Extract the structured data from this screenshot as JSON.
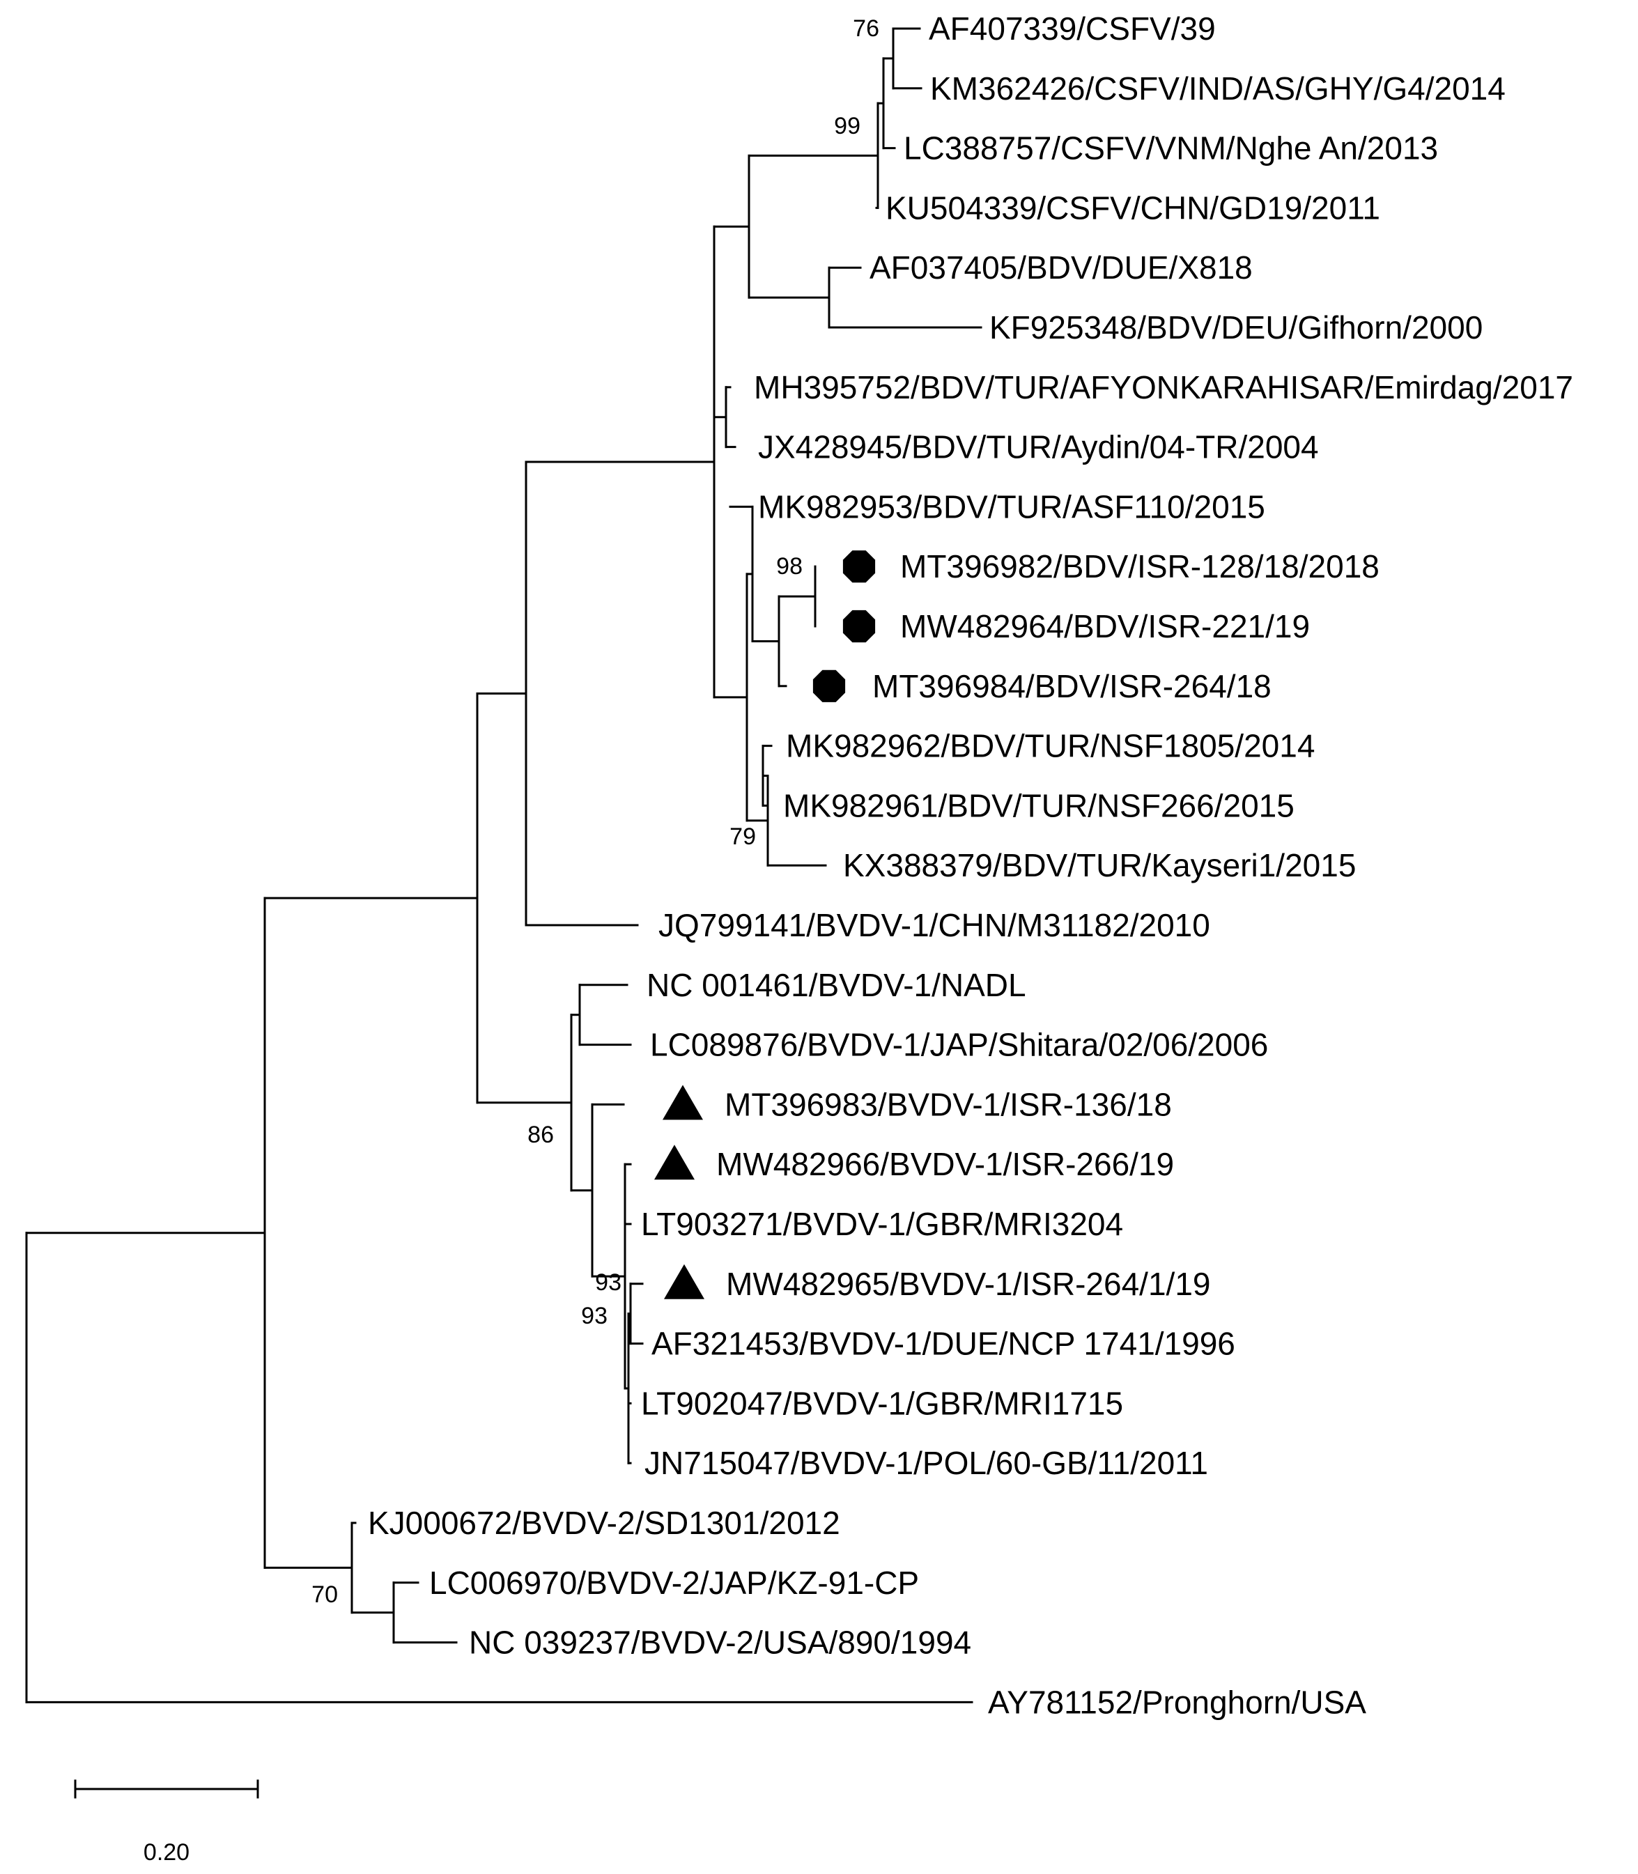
{
  "diagram": {
    "type": "phylogenetic-tree",
    "leaves": [
      {
        "id": "af407339",
        "label": "AF407339/CSFV/39",
        "marker": ""
      },
      {
        "id": "km362426",
        "label": "KM362426/CSFV/IND/AS/GHY/G4/2014",
        "marker": ""
      },
      {
        "id": "lc388757",
        "label": "LC388757/CSFV/VNM/Nghe An/2013",
        "marker": ""
      },
      {
        "id": "ku504339",
        "label": "KU504339/CSFV/CHN/GD19/2011",
        "marker": ""
      },
      {
        "id": "af037405",
        "label": "AF037405/BDV/DUE/X818",
        "marker": ""
      },
      {
        "id": "kf925348",
        "label": "KF925348/BDV/DEU/Gifhorn/2000",
        "marker": ""
      },
      {
        "id": "mh395752",
        "label": "MH395752/BDV/TUR/AFYONKARAHISAR/Emirdag/2017",
        "marker": ""
      },
      {
        "id": "jx428945",
        "label": "JX428945/BDV/TUR/Aydin/04-TR/2004",
        "marker": ""
      },
      {
        "id": "mk982953",
        "label": "MK982953/BDV/TUR/ASF110/2015",
        "marker": ""
      },
      {
        "id": "mt396982",
        "label": "MT396982/BDV/ISR-128/18/2018",
        "marker": "circle"
      },
      {
        "id": "mw482964",
        "label": "MW482964/BDV/ISR-221/19",
        "marker": "circle"
      },
      {
        "id": "mt396984",
        "label": "MT396984/BDV/ISR-264/18",
        "marker": "circle"
      },
      {
        "id": "mk982962",
        "label": "MK982962/BDV/TUR/NSF1805/2014",
        "marker": ""
      },
      {
        "id": "mk982961",
        "label": "MK982961/BDV/TUR/NSF266/2015",
        "marker": ""
      },
      {
        "id": "kx388379",
        "label": "KX388379/BDV/TUR/Kayseri1/2015",
        "marker": ""
      },
      {
        "id": "jq799141",
        "label": "JQ799141/BVDV-1/CHN/M31182/2010",
        "marker": ""
      },
      {
        "id": "nc001461",
        "label": "NC 001461/BVDV-1/NADL",
        "marker": ""
      },
      {
        "id": "lc089876",
        "label": "LC089876/BVDV-1/JAP/Shitara/02/06/2006",
        "marker": ""
      },
      {
        "id": "mt396983",
        "label": "MT396983/BVDV-1/ISR-136/18",
        "marker": "triangle"
      },
      {
        "id": "mw482966",
        "label": "MW482966/BVDV-1/ISR-266/19",
        "marker": "triangle"
      },
      {
        "id": "lt903271",
        "label": "LT903271/BVDV-1/GBR/MRI3204",
        "marker": ""
      },
      {
        "id": "mw482965",
        "label": "MW482965/BVDV-1/ISR-264/1/19",
        "marker": "triangle"
      },
      {
        "id": "af321453",
        "label": "AF321453/BVDV-1/DUE/NCP 1741/1996",
        "marker": ""
      },
      {
        "id": "lt902047",
        "label": "LT902047/BVDV-1/GBR/MRI1715",
        "marker": ""
      },
      {
        "id": "jn715047",
        "label": "JN715047/BVDV-1/POL/60-GB/11/2011",
        "marker": ""
      },
      {
        "id": "kj000672",
        "label": "KJ000672/BVDV-2/SD1301/2012",
        "marker": ""
      },
      {
        "id": "lc006970",
        "label": "LC006970/BVDV-2/JAP/KZ-91-CP",
        "marker": ""
      },
      {
        "id": "nc039237",
        "label": "NC 039237/BVDV-2/USA/890/1994",
        "marker": ""
      },
      {
        "id": "ay781152",
        "label": "AY781152/Pronghorn/USA",
        "marker": ""
      }
    ],
    "bootstrap_values": [
      {
        "id": "bs-csfv-a",
        "value": "76"
      },
      {
        "id": "bs-csfv",
        "value": "99"
      },
      {
        "id": "bs-isr-bdv",
        "value": "98"
      },
      {
        "id": "bs-tur-bdv",
        "value": "79"
      },
      {
        "id": "bs-bvdv1",
        "value": "86"
      },
      {
        "id": "bs-bvdv1-a",
        "value": "93"
      },
      {
        "id": "bs-bvdv1-b",
        "value": "93"
      },
      {
        "id": "bs-bvdv2",
        "value": "70"
      }
    ],
    "scale_bar": {
      "label": "0.20",
      "value": 0.2
    },
    "colors": {
      "line": "#000000",
      "text": "#000000",
      "background": "#ffffff"
    },
    "markers": {
      "circle": "filled-octagon-icon",
      "triangle": "filled-triangle-icon"
    }
  }
}
